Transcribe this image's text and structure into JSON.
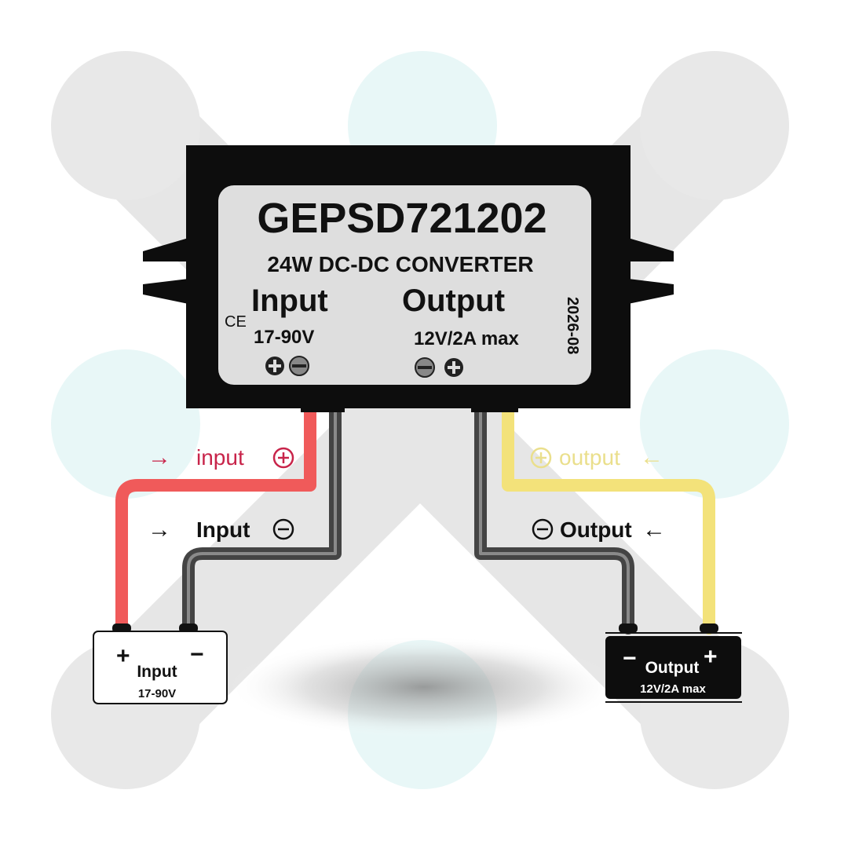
{
  "device": {
    "model": "GEPSD721202",
    "subtitle": "24W DC-DC CONVERTER",
    "input_title": "Input",
    "input_range": "17-90V",
    "output_title": "Output",
    "output_rating": "12V/2A max",
    "date_code": "2026-08",
    "ce_mark": "CE"
  },
  "wires": {
    "input_positive_label": "input",
    "input_negative_label": "Input",
    "output_positive_label": "output",
    "output_negative_label": "Output"
  },
  "input_box": {
    "label": "Input",
    "range": "17-90V",
    "plus": "+",
    "minus": "−"
  },
  "output_box": {
    "label": "Output",
    "rating": "12V/2A max",
    "plus": "+",
    "minus": "−"
  },
  "colors": {
    "positive_in": "#f05a5a",
    "negative": "#4a4a4a",
    "positive_out": "#f3e27a",
    "label_red": "#c8244a",
    "label_yellow": "#eadf8c",
    "device_body": "#0d0d0d",
    "label_panel": "#dedede"
  }
}
